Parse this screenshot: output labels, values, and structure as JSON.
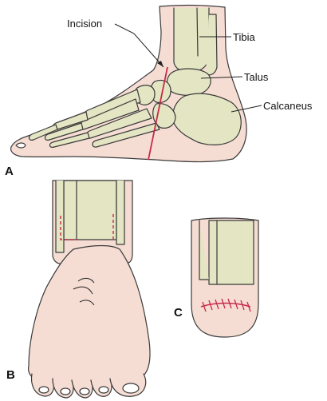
{
  "labels": {
    "incision": "Incision",
    "tibia": "Tibia",
    "talus": "Talus",
    "calcaneus": "Calcaneus"
  },
  "panels": {
    "a": "A",
    "b": "B",
    "c": "C"
  },
  "colors": {
    "skin": "#f6ddd3",
    "bone": "#e3e5c3",
    "incision": "#c8284a",
    "outline": "#3a3a3a"
  }
}
